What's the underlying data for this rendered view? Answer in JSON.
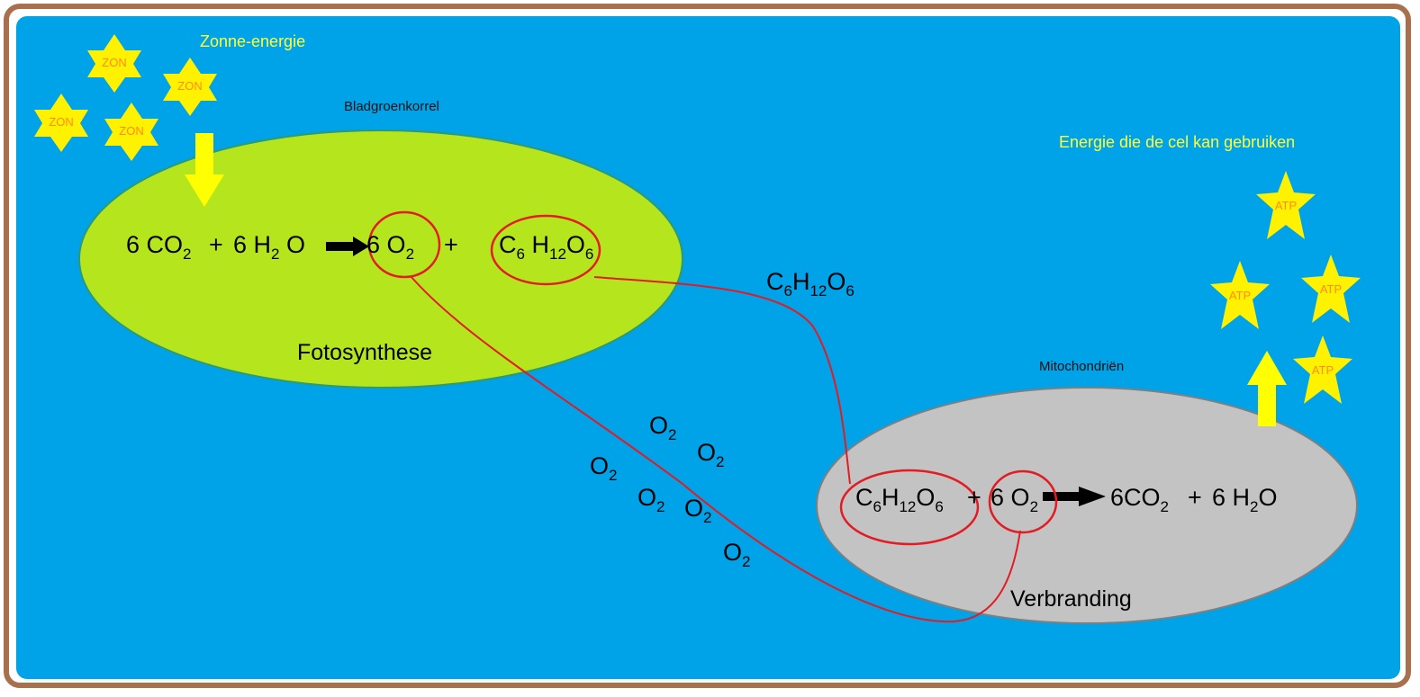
{
  "labels": {
    "zonne_energie": "Zonne-energie",
    "bladgroenkorrel": "Bladgroenkorrel",
    "fotosynthese": "Fotosynthese",
    "energie_cel": "Energie die de cel kan gebruiken",
    "mitochondrien": "Mitochondriën",
    "verbranding": "Verbranding"
  },
  "sun_stars": {
    "label": "ZON",
    "count": 4
  },
  "atp_stars": {
    "label": "ATP",
    "count": 4
  },
  "photosynthesis_equation": {
    "coef_co2": "6",
    "co2_base": "CO",
    "co2_sub": "2",
    "plus1": "+",
    "coef_h2o": "6",
    "h_base": "H",
    "h2o_sub": "2",
    "o_base": "O",
    "coef_o2": "6",
    "o2_base": "O",
    "o2_sub": "2",
    "plus2": "+",
    "glucose": {
      "c": "C",
      "c_sub": "6",
      "h": "H",
      "h_sub": "12",
      "o": "O",
      "o_sub": "6"
    }
  },
  "respiration_equation": {
    "glucose": {
      "c": "C",
      "c_sub": "6",
      "h": "H",
      "h_sub": "12",
      "o": "O",
      "o_sub": "6"
    },
    "plus1": "+",
    "coef_o2": "6",
    "o2_base": "O",
    "o2_sub": "2",
    "coef_co2": "6",
    "co2_base": "CO",
    "co2_sub": "2",
    "plus2": "+",
    "coef_h2o": "6",
    "h_base": "H",
    "h2o_sub": "2",
    "o_base": "O"
  },
  "transported_glucose": {
    "c": "C",
    "c_sub": "6",
    "h": "H",
    "h_sub": "12",
    "o": "O",
    "o_sub": "6"
  },
  "free_oxygen": [
    {
      "base": "O",
      "sub": "2"
    },
    {
      "base": "O",
      "sub": "2"
    },
    {
      "base": "O",
      "sub": "2"
    },
    {
      "base": "O",
      "sub": "2"
    },
    {
      "base": "O",
      "sub": "2"
    },
    {
      "base": "O",
      "sub": "2"
    }
  ],
  "colors": {
    "background": "#00a2e8",
    "frame": "#a8704d",
    "chloroplast": "#b5e61d",
    "mitochondrion": "#c3c3c3",
    "star": "#fff200",
    "arrow": "#ffff00",
    "link_line": "#e31b23",
    "label_yellow": "#ffff3a",
    "star_text": "#ff8c1a"
  }
}
